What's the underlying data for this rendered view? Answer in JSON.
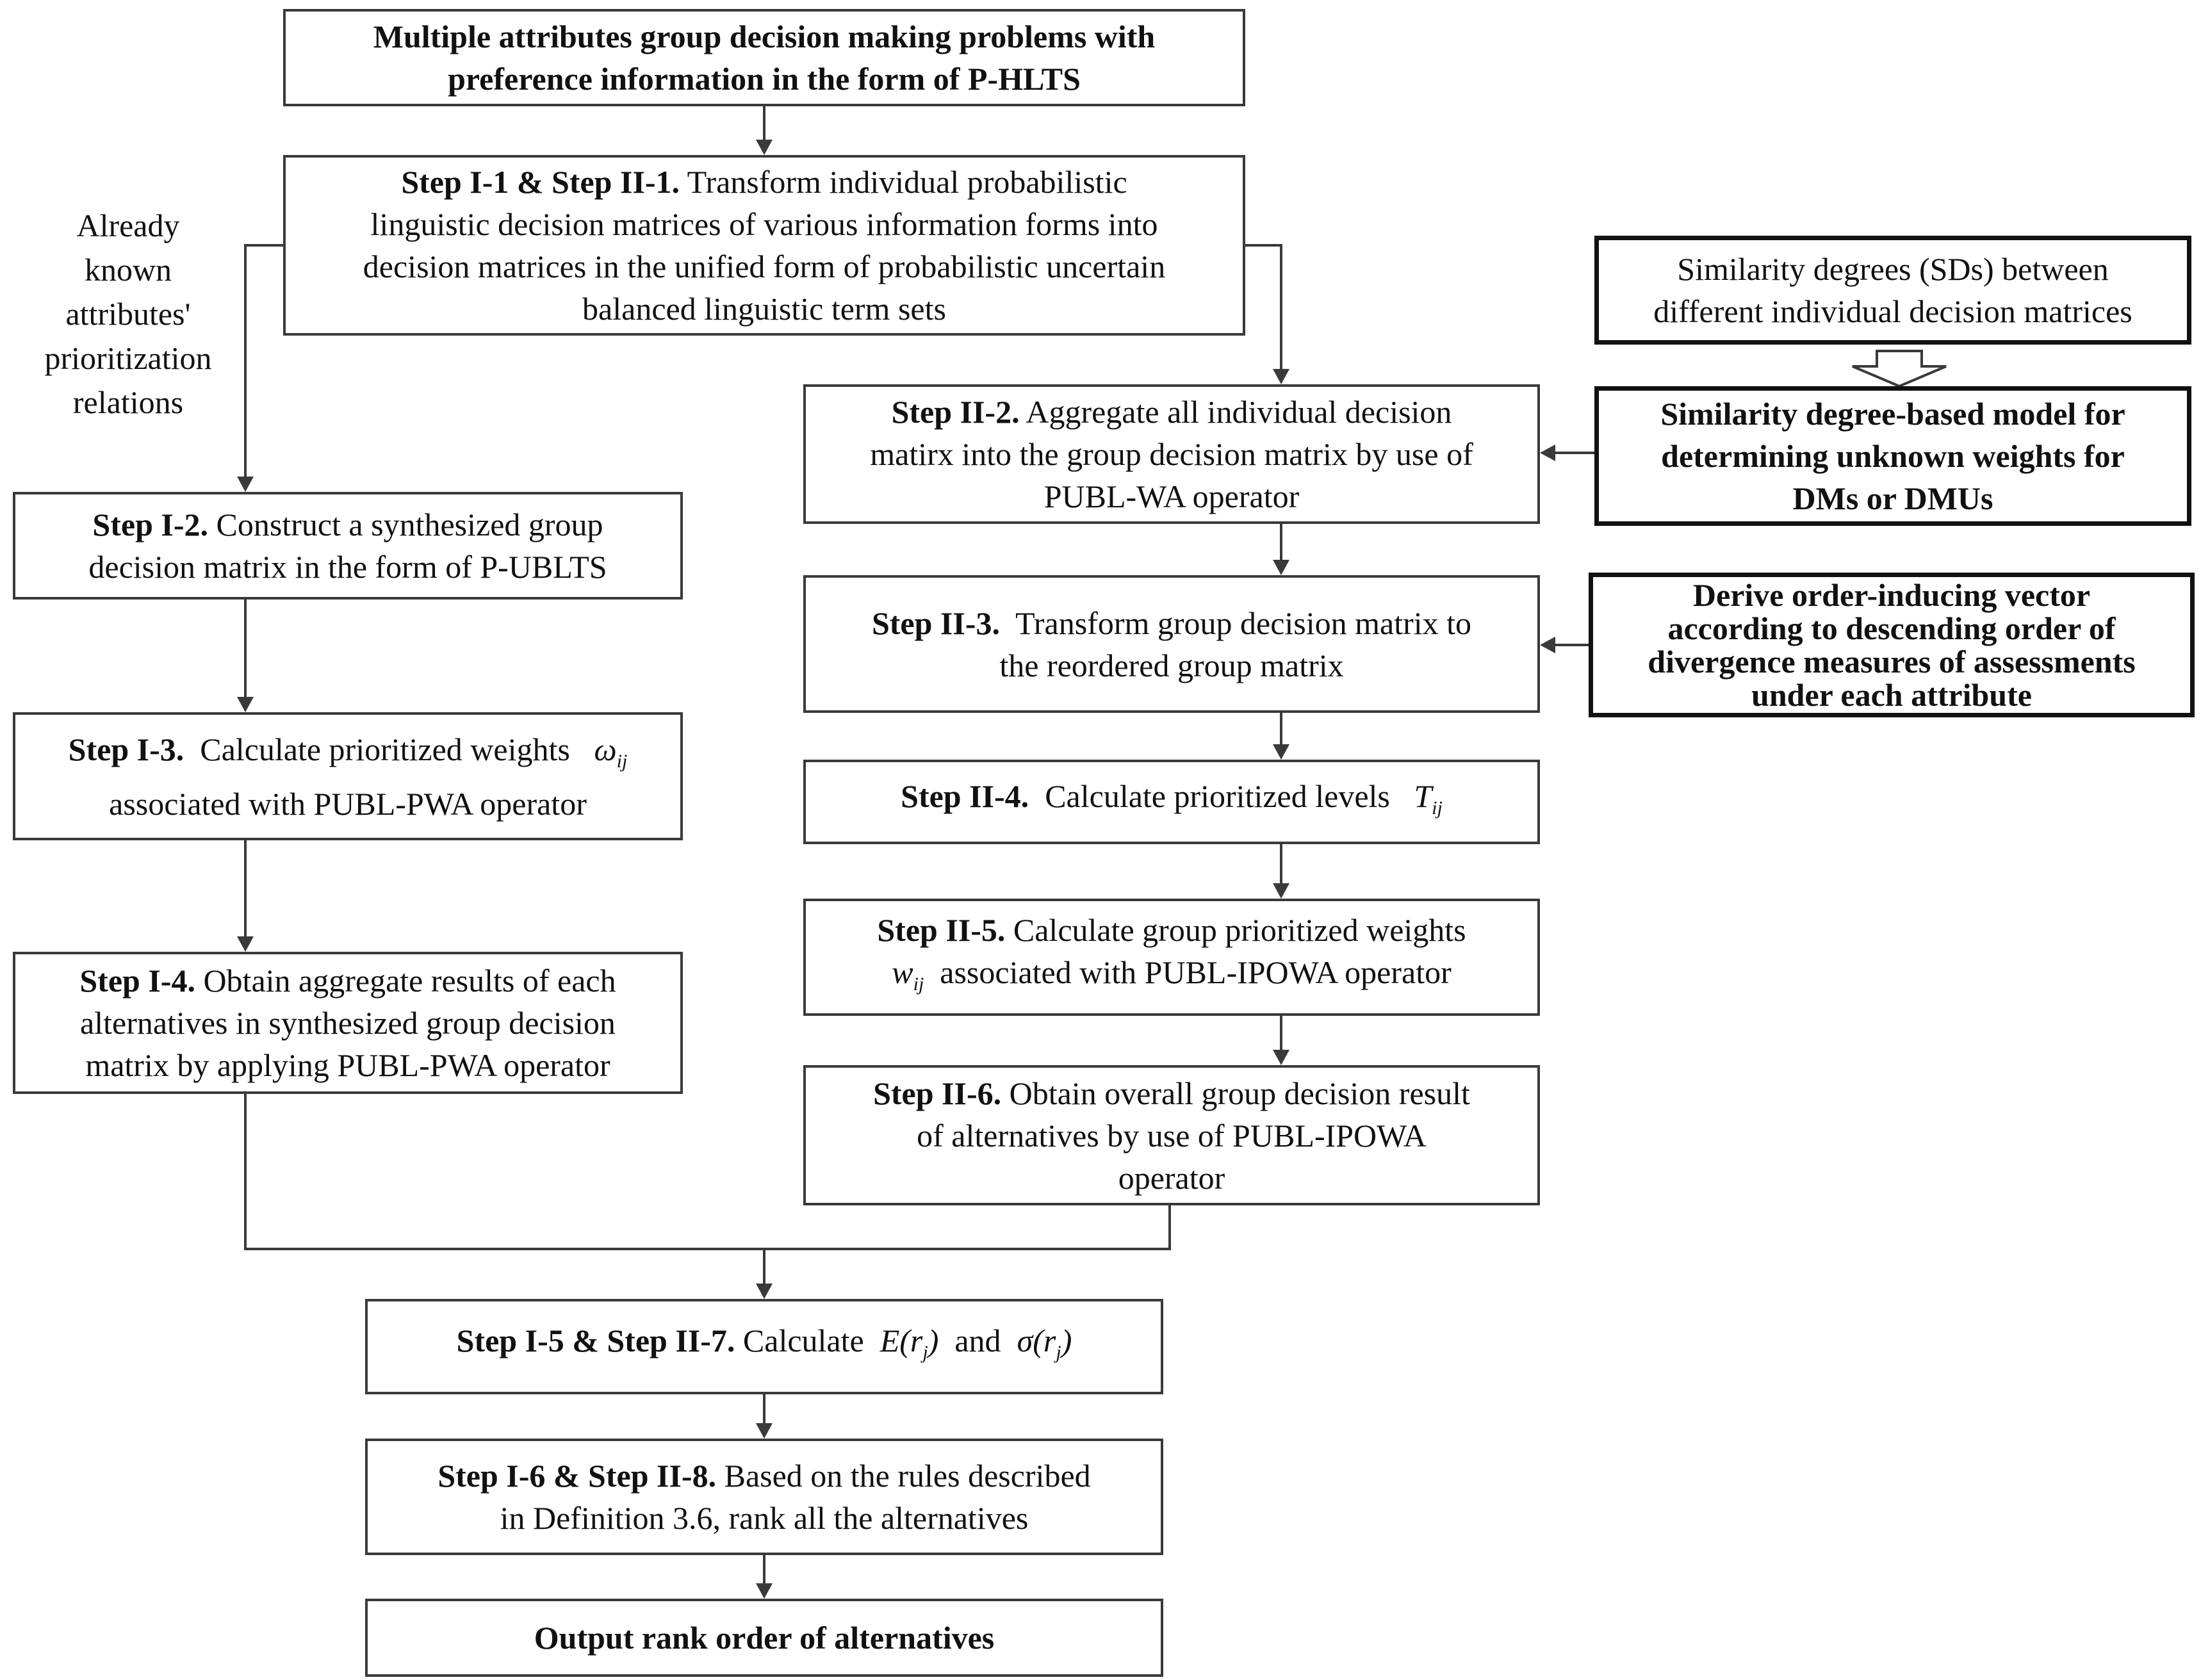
{
  "top": {
    "line1": "Multiple attributes group decision making problems with",
    "line2": "preference information in the form of P-HLTS"
  },
  "step_common_1": {
    "label": "Step I-1 & Step II-1.",
    "line1": "Transform individual probabilistic",
    "line2": "linguistic decision matrices of various information forms into",
    "line3": "decision matrices in the unified form of probabilistic uncertain",
    "line4": "balanced linguistic term sets"
  },
  "side_note": {
    "line1": "Already",
    "line2": "known",
    "line3": "attributes'",
    "line4": "prioritization",
    "line5": "relations"
  },
  "sd": {
    "line1": "Similarity degrees (SDs) between",
    "line2": "different individual decision matrices"
  },
  "sdmodel": {
    "line1": "Similarity degree-based model for",
    "line2": "determining unknown weights for",
    "line3": "DMs or DMUs"
  },
  "s2_2": {
    "label": "Step II-2.",
    "line1": "Aggregate all individual decision",
    "line2": "matirx into the  group decision matrix by use of",
    "line3": "PUBL-WA operator"
  },
  "s1_2": {
    "label": "Step I-2.",
    "line1": "Construct a synthesized group",
    "line2": "decision matrix in the form of P-UBLTS"
  },
  "derive": {
    "line1": "Derive order-inducing vector",
    "line2": "according to descending order of",
    "line3": "divergence measures of  assessments",
    "line4": "under each attribute"
  },
  "s2_3": {
    "label": "Step II-3.",
    "line1": "Transform group decision matrix to",
    "line2": "the reordered group matrix"
  },
  "s1_3": {
    "label": "Step I-3.",
    "line1": "Calculate prioritized weights",
    "sym": "ω",
    "sub": "ij",
    "line2": "associated with PUBL-PWA  operator"
  },
  "s2_4": {
    "label": "Step II-4.",
    "line1": "Calculate prioritized levels",
    "sym": "T",
    "sub": "ij"
  },
  "s2_5": {
    "label": "Step II-5.",
    "line1": "Calculate group prioritized weights",
    "sym": "w",
    "sub": "ij",
    "line2": "associated with PUBL-IPOWA operator"
  },
  "s1_4": {
    "label": "Step I-4.",
    "line1": "Obtain aggregate results of each",
    "line2": "alternatives in synthesized group decision",
    "line3": "matrix by applying PUBL-PWA operator"
  },
  "s2_6": {
    "label": "Step II-6.",
    "line1": "Obtain overall group decision result",
    "line2": "of alternatives by use of PUBL-IPOWA",
    "line3": "operator"
  },
  "s7": {
    "label": "Step I-5 & Step II-7.",
    "text": "Calculate",
    "expr1": "E(r",
    "sub1": "j",
    "close1": ")",
    "and": "and",
    "expr2": "σ(r",
    "sub2": "j",
    "close2": ")"
  },
  "s8": {
    "label": "Step I-6 & Step II-8.",
    "line1": "Based on the rules described",
    "line2": "in Definition 3.6, rank all the alternatives"
  },
  "output": {
    "text": "Output rank order of alternatives"
  }
}
